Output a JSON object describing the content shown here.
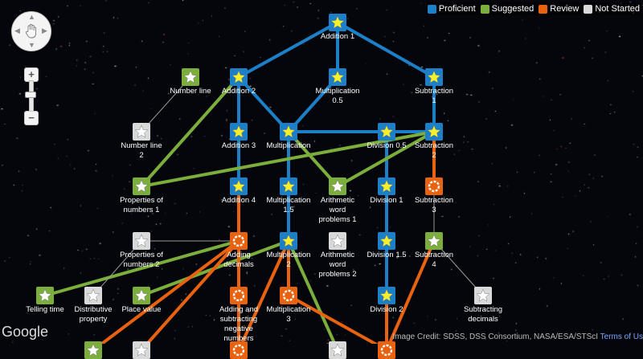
{
  "legend": [
    {
      "label": "Proficient",
      "color": "#1b80c8"
    },
    {
      "label": "Suggested",
      "color": "#7bae3a"
    },
    {
      "label": "Review",
      "color": "#e8620f"
    },
    {
      "label": "Not Started",
      "color": "#d9d9d9"
    }
  ],
  "colors": {
    "proficient": "#1b80c8",
    "suggested": "#7bae3a",
    "review": "#e8620f",
    "not_started": "#d9d9d9",
    "star_yellow": "#f6ef2e",
    "line_grey": "#9a9a9a"
  },
  "attribution": {
    "google": "Google",
    "credit": "Image Credit: SDSS, DSS Consortium, NASA/ESA/STScI",
    "terms": "Terms of Us"
  },
  "nodes": [
    {
      "id": "add1",
      "label": "Addition 1",
      "status": "proficient"
    },
    {
      "id": "add2",
      "label": "Addition 2",
      "status": "proficient"
    },
    {
      "id": "mul05",
      "label": "Multiplication\n0.5",
      "status": "proficient"
    },
    {
      "id": "sub1",
      "label": "Subtraction\n1",
      "status": "proficient"
    },
    {
      "id": "numline",
      "label": "Number line",
      "status": "suggested"
    },
    {
      "id": "numline2",
      "label": "Number line\n2",
      "status": "not_started"
    },
    {
      "id": "add3",
      "label": "Addition 3",
      "status": "proficient"
    },
    {
      "id": "mul",
      "label": "Multiplication",
      "status": "proficient"
    },
    {
      "id": "div05",
      "label": "Division 0.5",
      "status": "proficient"
    },
    {
      "id": "sub2",
      "label": "Subtraction\n2",
      "status": "proficient"
    },
    {
      "id": "propnum1",
      "label": "Properties of\nnumbers 1",
      "status": "suggested"
    },
    {
      "id": "add4",
      "label": "Addition 4",
      "status": "proficient"
    },
    {
      "id": "mul15",
      "label": "Multiplication\n1.5",
      "status": "proficient"
    },
    {
      "id": "awp1",
      "label": "Arithmetic\nword\nproblems 1",
      "status": "suggested"
    },
    {
      "id": "div1",
      "label": "Division 1",
      "status": "proficient"
    },
    {
      "id": "sub3",
      "label": "Subtraction\n3",
      "status": "review"
    },
    {
      "id": "propnum2",
      "label": "Properties of\nnumbers 2",
      "status": "not_started"
    },
    {
      "id": "adddec",
      "label": "Adding\ndecimals",
      "status": "review"
    },
    {
      "id": "mul2",
      "label": "Multiplication\n2",
      "status": "proficient"
    },
    {
      "id": "awp2",
      "label": "Arithmetic\nword\nproblems 2",
      "status": "not_started"
    },
    {
      "id": "div15",
      "label": "Division 1.5",
      "status": "proficient"
    },
    {
      "id": "sub4",
      "label": "Subtraction\n4",
      "status": "suggested"
    },
    {
      "id": "time",
      "label": "Telling time",
      "status": "suggested"
    },
    {
      "id": "distprop",
      "label": "Distributive\nproperty",
      "status": "not_started"
    },
    {
      "id": "placeval",
      "label": "Place value",
      "status": "suggested"
    },
    {
      "id": "addsubneg",
      "label": "Adding and\nsubtracting\nnegative\nnumbers",
      "status": "review"
    },
    {
      "id": "mul3",
      "label": "Multiplication\n3",
      "status": "review"
    },
    {
      "id": "div2",
      "label": "Division 2",
      "status": "proficient"
    },
    {
      "id": "subdec",
      "label": "Subtracting\ndecimals",
      "status": "not_started"
    },
    {
      "id": "b1",
      "label": "",
      "status": "suggested"
    },
    {
      "id": "b2",
      "label": "",
      "status": "not_started"
    },
    {
      "id": "b3",
      "label": "",
      "status": "review"
    },
    {
      "id": "b4",
      "label": "",
      "status": "review"
    },
    {
      "id": "b5",
      "label": "",
      "status": "not_started"
    }
  ],
  "edges": [
    [
      "add1",
      "add2",
      "proficient"
    ],
    [
      "add1",
      "mul05",
      "proficient"
    ],
    [
      "add1",
      "sub1",
      "proficient"
    ],
    [
      "add2",
      "add3",
      "proficient"
    ],
    [
      "add2",
      "mul",
      "proficient"
    ],
    [
      "mul05",
      "mul",
      "proficient"
    ],
    [
      "sub1",
      "sub2",
      "proficient"
    ],
    [
      "mul",
      "div05",
      "proficient"
    ],
    [
      "div05",
      "sub2",
      "proficient"
    ],
    [
      "mul",
      "sub2",
      "proficient"
    ],
    [
      "add3",
      "add4",
      "proficient"
    ],
    [
      "mul",
      "mul15",
      "proficient"
    ],
    [
      "div05",
      "div1",
      "proficient"
    ],
    [
      "mul15",
      "mul2",
      "proficient"
    ],
    [
      "div1",
      "div15",
      "proficient"
    ],
    [
      "div15",
      "div2",
      "proficient"
    ],
    [
      "numline",
      "numline2",
      "line_grey"
    ],
    [
      "add2",
      "propnum1",
      "suggested"
    ],
    [
      "sub2",
      "propnum1",
      "suggested"
    ],
    [
      "mul",
      "awp1",
      "suggested"
    ],
    [
      "sub2",
      "awp1",
      "suggested"
    ],
    [
      "adddec",
      "time",
      "suggested"
    ],
    [
      "mul2",
      "placeval",
      "suggested"
    ],
    [
      "mul2",
      "b5",
      "suggested"
    ],
    [
      "add4",
      "adddec",
      "review"
    ],
    [
      "sub2",
      "sub3",
      "review"
    ],
    [
      "adddec",
      "addsubneg",
      "review"
    ],
    [
      "mul2",
      "mul3",
      "review"
    ],
    [
      "div2",
      "b4",
      "review"
    ],
    [
      "adddec",
      "b1",
      "review"
    ],
    [
      "adddec",
      "b2",
      "review"
    ],
    [
      "adddec",
      "b3",
      "review"
    ],
    [
      "mul2",
      "b3",
      "review"
    ],
    [
      "sub3",
      "sub4",
      "line_grey"
    ],
    [
      "sub4",
      "subdec",
      "line_grey"
    ],
    [
      "propnum2",
      "adddec",
      "line_grey"
    ],
    [
      "propnum2",
      "distprop",
      "line_grey"
    ],
    [
      "sub4",
      "b4",
      "review"
    ],
    [
      "mul3",
      "b4",
      "review"
    ]
  ]
}
